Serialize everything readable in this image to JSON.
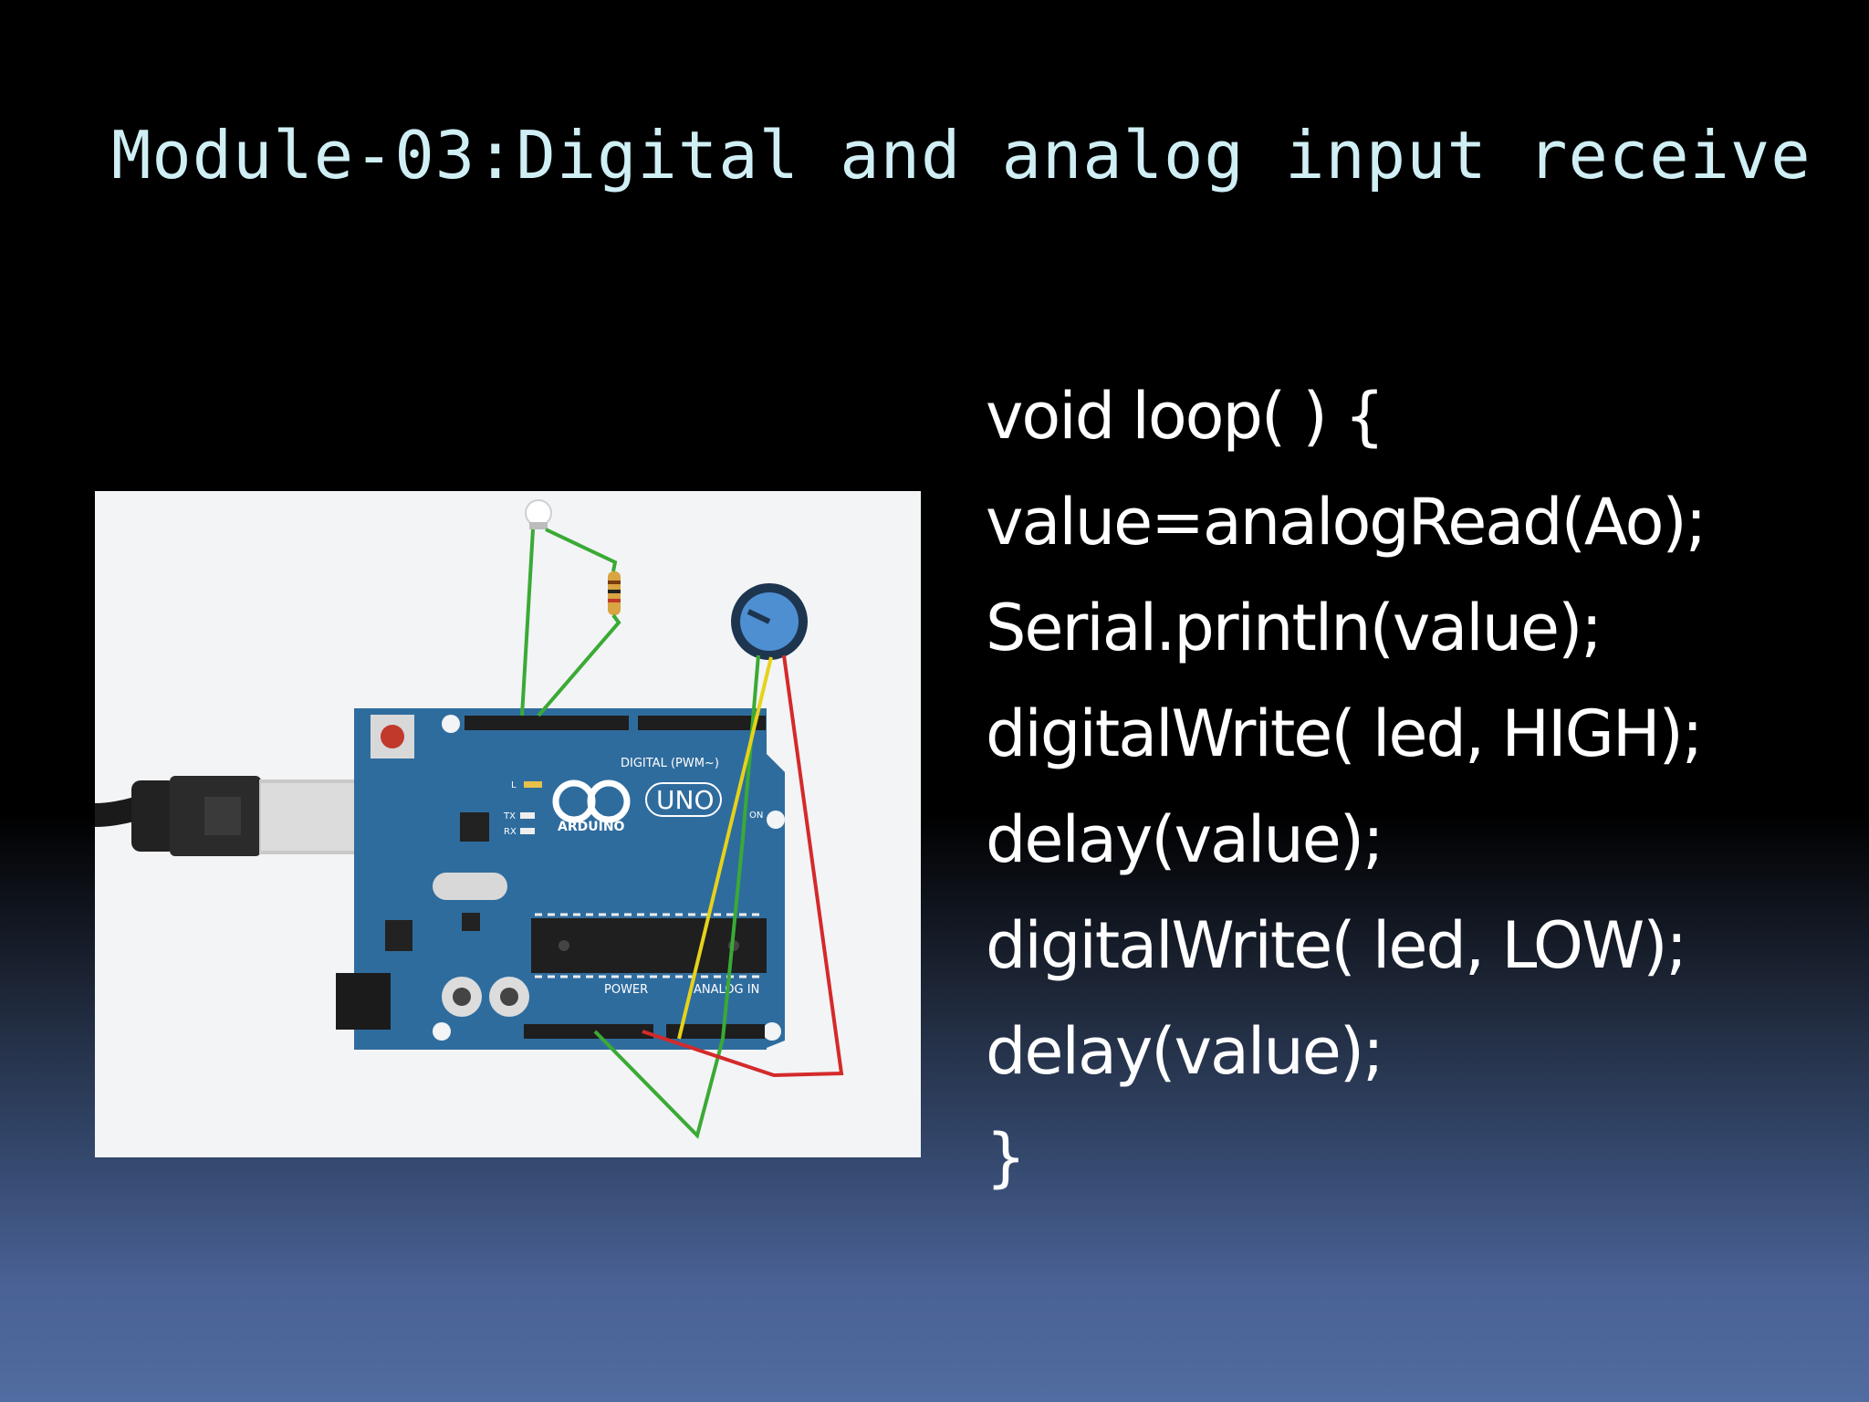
{
  "slide": {
    "title": "Module-03:Digital and analog input receive"
  },
  "figure": {
    "board_labels": {
      "brand": "ARDUINO",
      "model": "UNO",
      "digital": "DIGITAL (PWM~)",
      "power": "POWER",
      "analog_in": "ANALOG IN",
      "on": "ON",
      "l": "L",
      "tx": "TX",
      "rx": "RX"
    },
    "wire_colors": {
      "ground": "#3aaa35",
      "signal": "#e6d21a",
      "power": "#d42a2a"
    },
    "icons": [
      "led-icon",
      "resistor-icon",
      "potentiometer-icon",
      "usb-cable-icon",
      "arduino-board-icon"
    ]
  },
  "code": {
    "lines": [
      "void loop( ) {",
      "value=analogRead(Ao);",
      "Serial.println(value);",
      "digitalWrite( led, HIGH);",
      "delay(value);",
      "digitalWrite( led, LOW);",
      "delay(value);",
      "}"
    ]
  }
}
